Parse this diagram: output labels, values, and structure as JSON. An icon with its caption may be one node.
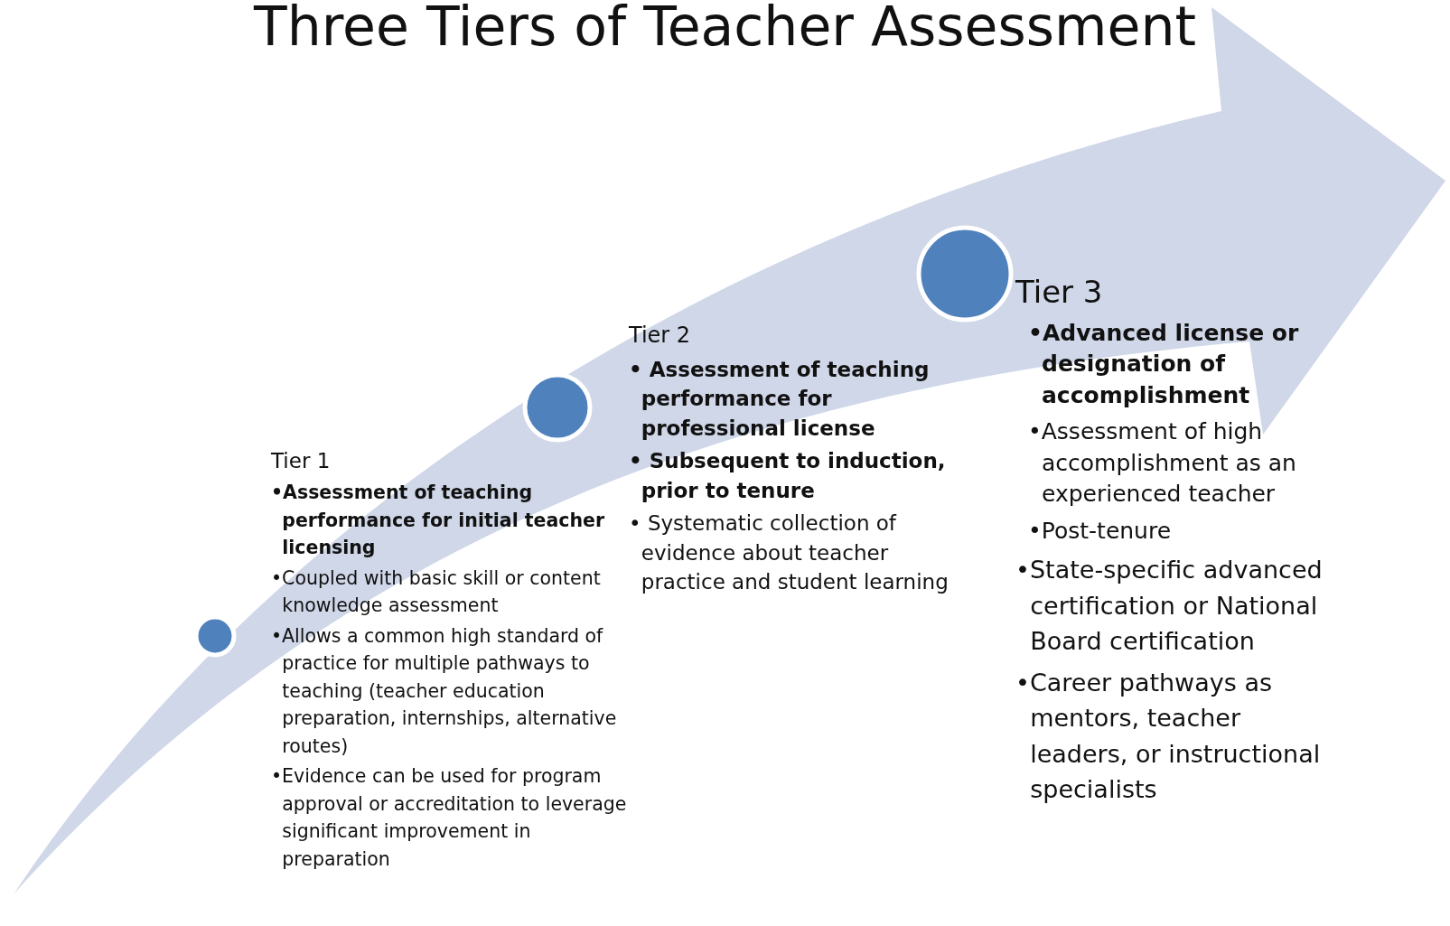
{
  "diagram": {
    "title": "Three Tiers of Teacher Assessment",
    "nodes": [
      {
        "text": [],
        "shape": "circle"
      },
      {
        "text": [
          "Tier 1",
          "•Assessment of teaching performance for initial teacher licensing",
          "•Coupled with basic skill or content knowledge assessment",
          "•Allows a common high standard of practice for multiple pathways to teaching (teacher education preparation, internships, alternative routes)",
          "•Evidence can be used for program approval or accreditation to leverage significant improvement in preparation"
        ]
      },
      {
        "text": [],
        "shape": "circle"
      },
      {
        "text": [
          "Tier 2",
          "• Assessment of teaching performance for professional license",
          "• Subsequent to induction, prior to tenure",
          "• Systematic collection of evidence about teacher practice and  student learning"
        ]
      },
      {
        "text": [],
        "shape": "circle"
      },
      {
        "text": [
          "Tier 3",
          "•Advanced license or designation of accomplishment",
          "•Assessment of high accomplishment as an experienced teacher",
          "•Post-tenure",
          "•State-specific advanced certification or National Board certification",
          "•Career pathways as mentors, teacher leaders, or instructional specialists"
        ]
      }
    ],
    "edges": []
  }
}
